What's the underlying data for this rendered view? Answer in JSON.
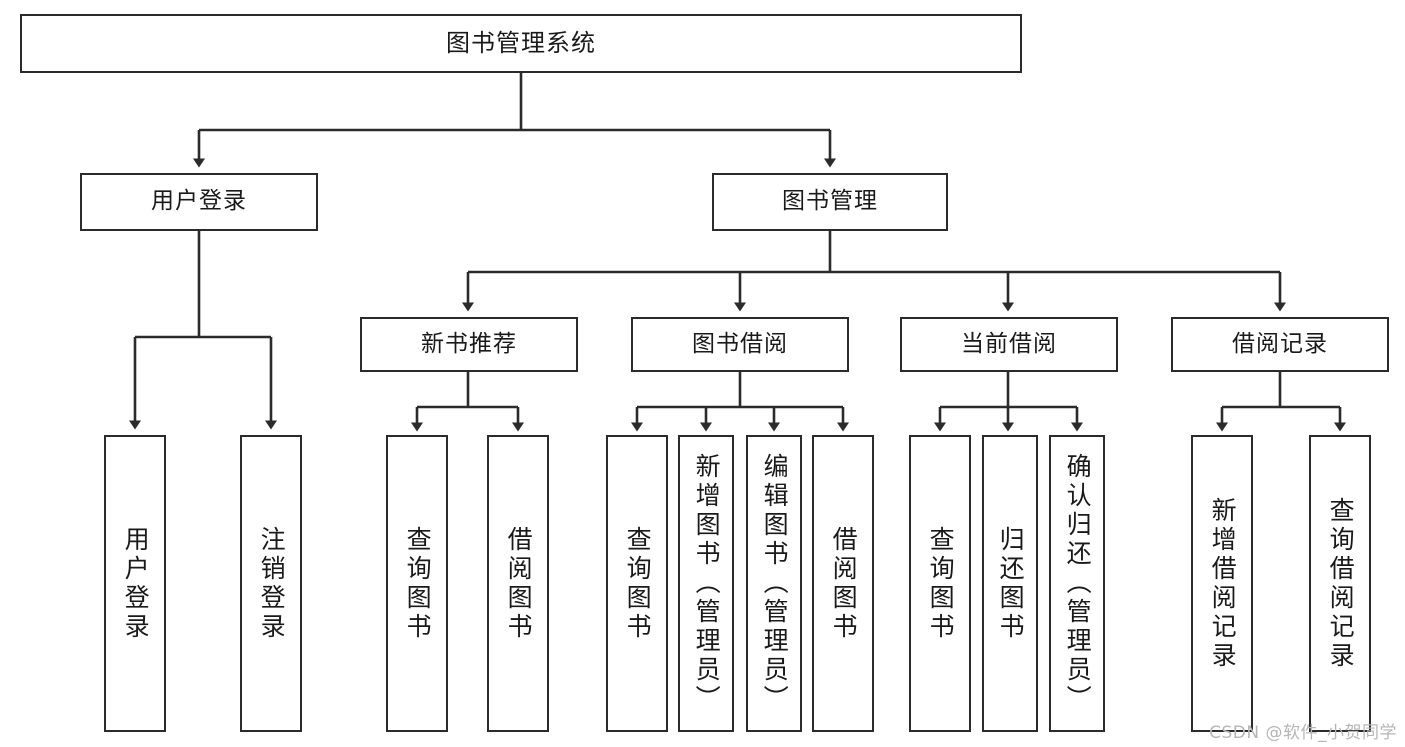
{
  "diagram": {
    "title": "图书管理系统",
    "watermark": "CSDN @软件_小贺同学",
    "colors": {
      "box_border": "#2b2b2b",
      "box_fill": "#ffffff",
      "connector": "#2b2b2b",
      "text": "#1a1a1a",
      "watermark": "#b6b6b6",
      "background": "#ffffff"
    },
    "root": {
      "label": "图书管理系统"
    },
    "level2": [
      {
        "label": "用户登录"
      },
      {
        "label": "图书管理"
      }
    ],
    "level3": [
      {
        "label": "新书推荐"
      },
      {
        "label": "图书借阅"
      },
      {
        "label": "当前借阅"
      },
      {
        "label": "借阅记录"
      }
    ],
    "leaves": {
      "user_login": [
        {
          "label": "用户登录"
        },
        {
          "label": "注销登录"
        }
      ],
      "new_book": [
        {
          "label": "查询图书"
        },
        {
          "label": "借阅图书"
        }
      ],
      "borrow_book": [
        {
          "label": "查询图书"
        },
        {
          "label": "新增图书（管理员）"
        },
        {
          "label": "编辑图书（管理员）"
        },
        {
          "label": "借阅图书"
        }
      ],
      "current_borrow": [
        {
          "label": "查询图书"
        },
        {
          "label": "归还图书"
        },
        {
          "label": "确认归还（管理员）"
        }
      ],
      "borrow_record": [
        {
          "label": "新增借阅记录"
        },
        {
          "label": "查询借阅记录"
        }
      ]
    }
  }
}
